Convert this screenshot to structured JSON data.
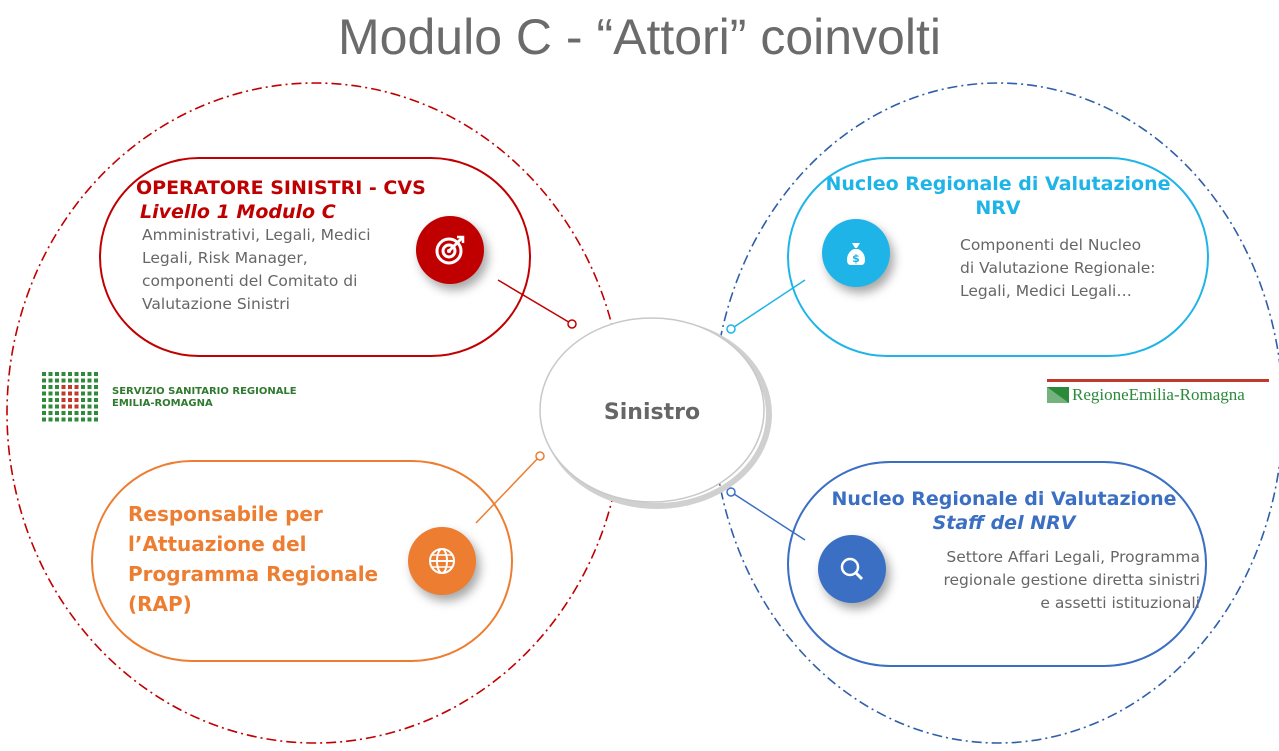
{
  "title": "Modulo C - “Attori” coinvolti",
  "center": {
    "label": "Sinistro"
  },
  "cards": {
    "operatore": {
      "title": "OPERATORE SINISTRI - CVS",
      "subtitle": "Livello 1 Modulo C",
      "lines": [
        "Amministrativi, Legali, Medici",
        "Legali, Risk Manager,",
        "componenti del Comitato di",
        "Valutazione Sinistri"
      ],
      "icon": "target-icon",
      "color": "#c00000"
    },
    "rap": {
      "lines": [
        "Responsabile per",
        "l’Attuazione del",
        "Programma Regionale",
        "(RAP)"
      ],
      "icon": "globe-icon",
      "color": "#ed7d31"
    },
    "nrv": {
      "title": "Nucleo Regionale di Valutazione",
      "subtitle": "NRV",
      "lines": [
        "Componenti del Nucleo",
        "di Valutazione Regionale:",
        "Legali, Medici Legali…"
      ],
      "icon": "money-bag-icon",
      "color": "#1fb4e8"
    },
    "staff": {
      "title": "Nucleo Regionale di Valutazione",
      "subtitle": "Staff del NRV",
      "lines": [
        "Settore Affari Legali, Programma",
        "regionale gestione diretta sinistri",
        "e assetti istituzionali"
      ],
      "icon": "search-icon",
      "color": "#3b6fc4"
    }
  },
  "logos": {
    "ssr": {
      "line1": "SERVIZIO SANITARIO REGIONALE",
      "line2": "EMILIA-ROMAGNA"
    },
    "rer": {
      "text": "RegioneEmilia-Romagna"
    }
  }
}
